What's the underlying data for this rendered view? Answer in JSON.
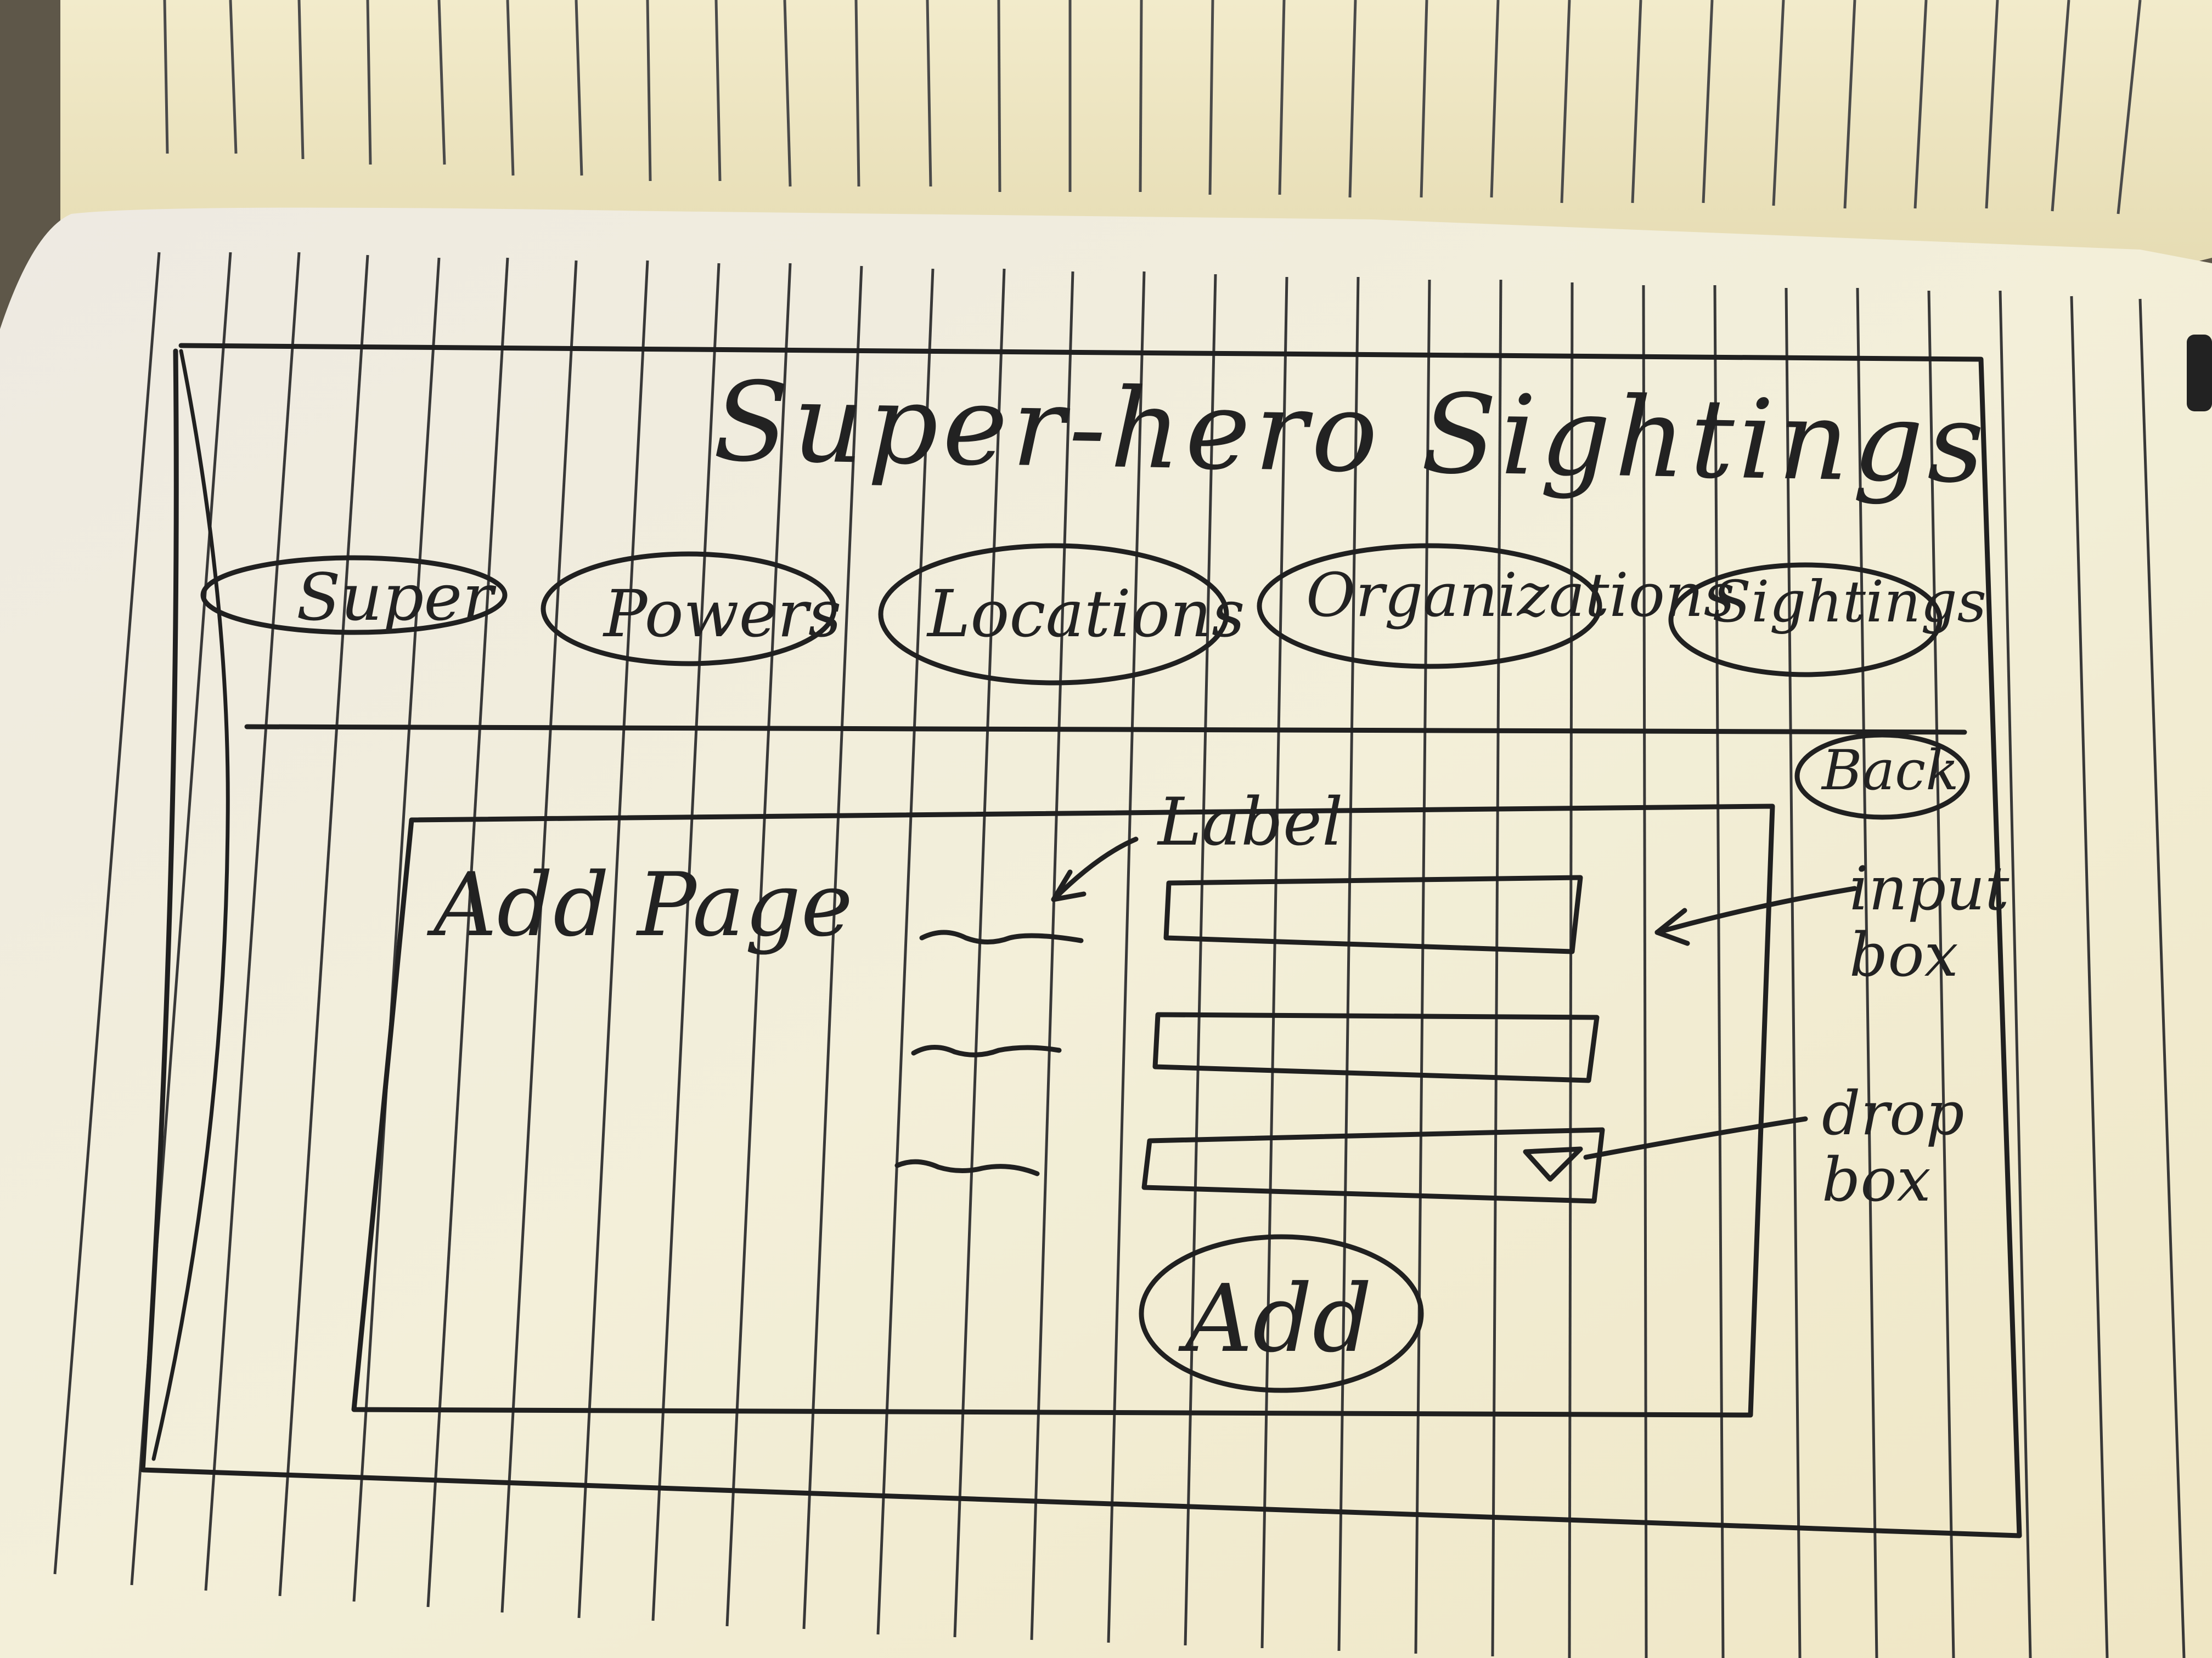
{
  "sketch": {
    "title": "Super-hero Sightings",
    "nav": [
      "Super",
      "Powers",
      "Locations",
      "Organizations",
      "Sightings"
    ],
    "back_label": "Back",
    "page_heading": "Add Page",
    "annotations": {
      "label": "Label",
      "input_box": [
        "input",
        "box"
      ],
      "drop_box": [
        "drop",
        "box"
      ]
    },
    "form": {
      "fields": [
        {
          "type": "input",
          "label": "~~~"
        },
        {
          "type": "input",
          "label": "~~~"
        },
        {
          "type": "dropdown",
          "label": "~~~",
          "arrow": "▽"
        }
      ],
      "submit_label": "Add"
    }
  },
  "colors": {
    "background": "#5e5749",
    "paper": "#f1ecd8",
    "back_page": "#eee6c2",
    "ruling": "#383838",
    "ink": "#222222"
  }
}
